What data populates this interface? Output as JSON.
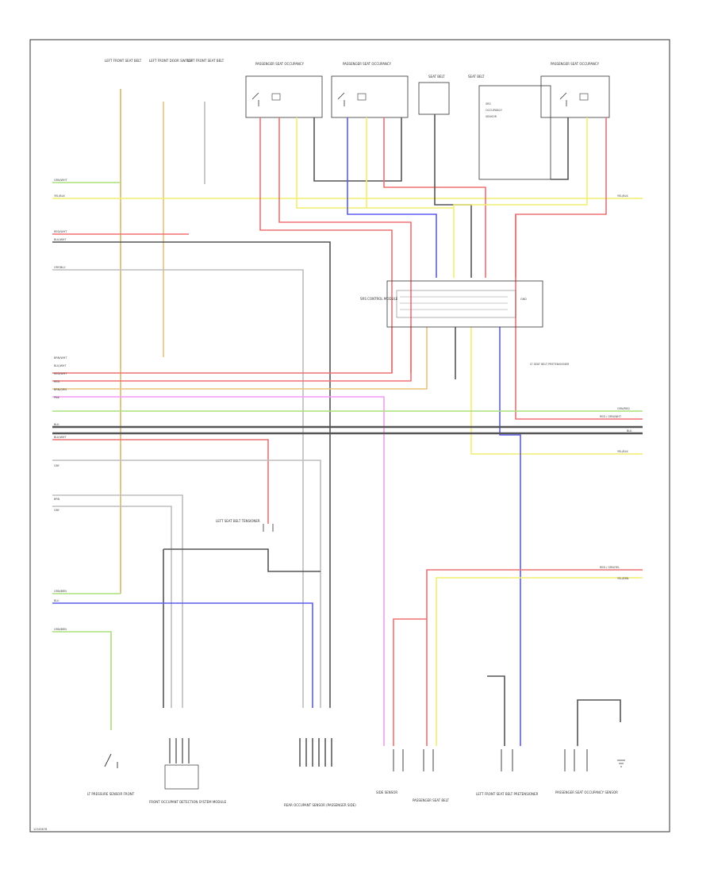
{
  "diagram": {
    "footer_code": "12345678",
    "colors": {
      "frame": "#333333",
      "wire_yellow": "#f2ee6a",
      "wire_red": "#f07070",
      "wire_black": "#555555",
      "wire_gray": "#bdbdbd",
      "wire_blue": "#5b5bf0",
      "wire_green": "#a8e07a",
      "wire_pink": "#f59af5",
      "wire_orange": "#e8c27a",
      "wire_tan": "#d8b56a"
    },
    "top_components": [
      {
        "label": "LEFT FRONT SEAT BELT"
      },
      {
        "label": "LEFT FRONT DOOR SWITCH"
      },
      {
        "label": "LEFT FRONT SEAT BELT"
      },
      {
        "label": "PASSENGER SEAT OCCUPANCY"
      },
      {
        "label": "PASSENGER SEAT OCCUPANCY"
      },
      {
        "label": "SEAT BELT"
      },
      {
        "label": "SEAT BELT"
      },
      {
        "label": "PASSENGER SEAT OCCUPANCY"
      }
    ],
    "left_edge_labels": [
      "GRN/WHT",
      "YEL/BLK",
      "RED/WHT",
      "BLK/WHT",
      "GRY/BLU",
      "BRN/WHT",
      "BLK/WHT",
      "RED/WHT",
      "RED",
      "BRN/GRN",
      "PNK",
      "BLK",
      "BLK/WHT",
      "GRY",
      "BRN",
      "GRY",
      "GRN/BRN",
      "BLU",
      "GRN/BRN"
    ],
    "right_edge_labels": [
      "GRN/RED",
      "RED / GRN/WHT",
      "BLK",
      "YEL/BLK",
      "RED / GRN/YEL",
      "YEL/BRN"
    ],
    "center_module": {
      "label": "SRS CONTROL MODULE"
    },
    "center_component": {
      "label": "LEFT SEAT BELT TENSIONER"
    },
    "right_note": "LT SEAT BELT PRETENSIONER",
    "bottom_components": [
      {
        "label": "LT PRESSURE SENSOR FRONT"
      },
      {
        "label": "FRONT OCCUPANT DETECTION SYSTEM MODULE"
      },
      {
        "label": "REAR OCCUPANT SENSOR (PASSENGER SIDE)"
      },
      {
        "label": "SIDE SENSOR"
      },
      {
        "label": "PASSENGER SEAT BELT"
      },
      {
        "label": "LEFT FRONT SEAT BELT PRETENSIONER"
      },
      {
        "label": "PASSENGER SEAT OCCUPANCY SENSOR"
      }
    ]
  }
}
